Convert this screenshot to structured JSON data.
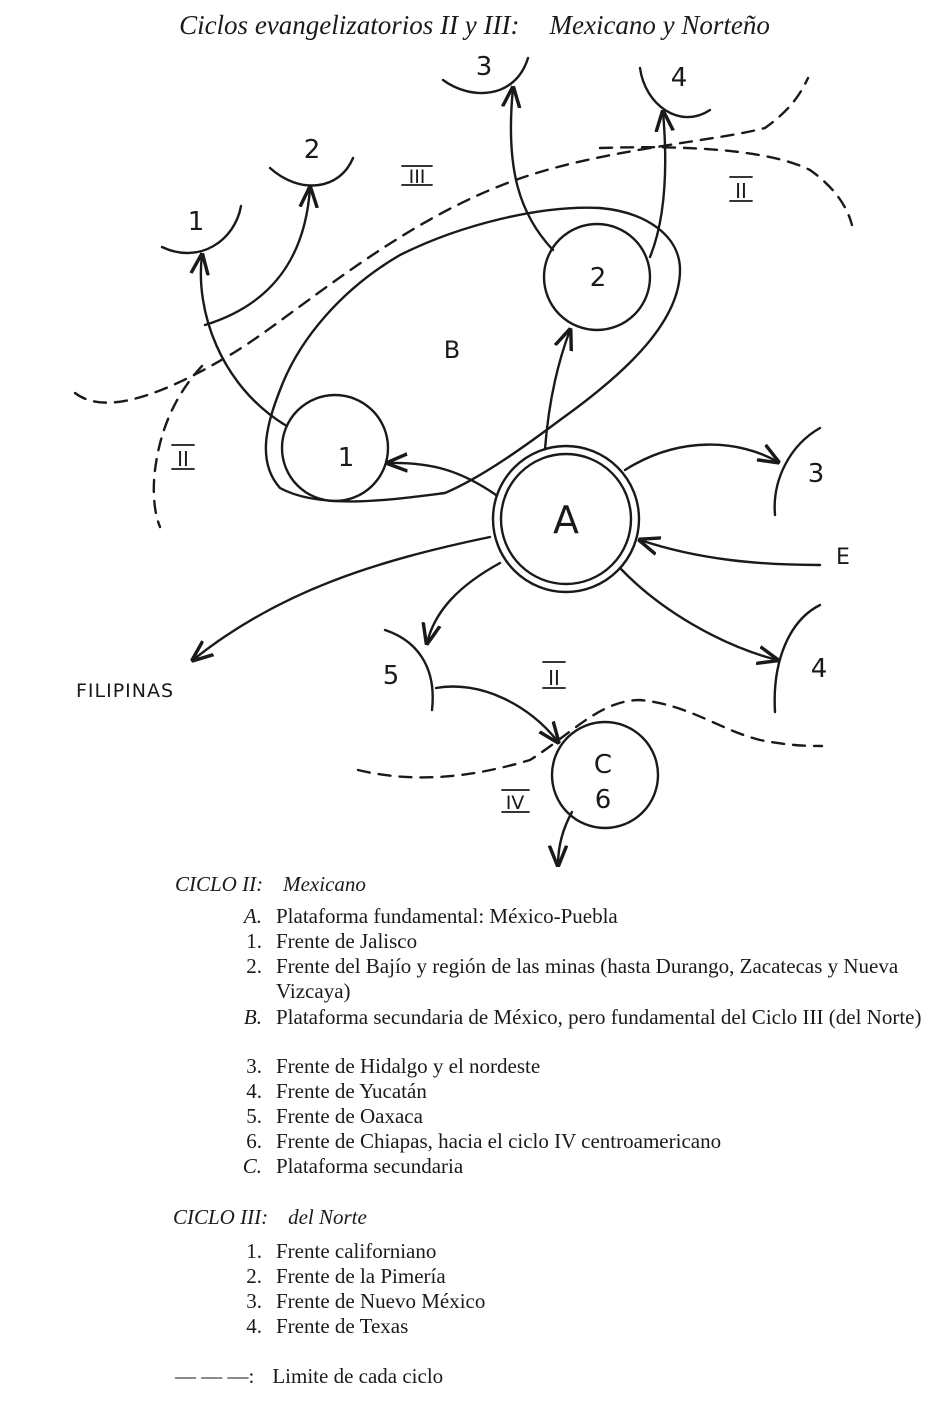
{
  "title": {
    "part1": "Ciclos evangelizatorios II y III:",
    "part2": "Mexicano y Norteño"
  },
  "diagram": {
    "platforms": {
      "A": "A",
      "B": "B",
      "C": "C"
    },
    "mexican_nodes": {
      "n1": "1",
      "n2": "2",
      "n3": "3",
      "n4": "4",
      "n5": "5",
      "n6": "6"
    },
    "north_fronts": {
      "f1": "1",
      "f2": "2",
      "f3": "3",
      "f4": "4"
    },
    "cycle_marks": {
      "ii": "II",
      "iii": "III",
      "iv": "IV"
    },
    "labels": {
      "filipinas": "FILIPINAS",
      "e": "E"
    }
  },
  "legend": {
    "cycle2": {
      "heading": "CICLO II:",
      "subtitle": "Mexicano",
      "items": [
        {
          "key": "A.",
          "text": "Plataforma fundamental: México-Puebla"
        },
        {
          "key": "1.",
          "text": "Frente de Jalisco"
        },
        {
          "key": "2.",
          "text": "Frente del Bajío y región de las minas (hasta Durango, Zacatecas y Nueva Vizcaya)"
        },
        {
          "key": "B.",
          "text": "Plataforma secundaria de México, pero fundamental del Ciclo III (del Norte)"
        },
        {
          "key": "3.",
          "text": "Frente de Hidalgo y el nordeste"
        },
        {
          "key": "4.",
          "text": "Frente de Yucatán"
        },
        {
          "key": "5.",
          "text": "Frente de Oaxaca"
        },
        {
          "key": "6.",
          "text": "Frente de Chiapas, hacia el ciclo IV centroamericano"
        },
        {
          "key": "C.",
          "text": "Plataforma secundaria"
        }
      ]
    },
    "cycle3": {
      "heading": "CICLO III:",
      "subtitle": "del Norte",
      "items": [
        {
          "key": "1.",
          "text": "Frente californiano"
        },
        {
          "key": "2.",
          "text": "Frente de la Pimería"
        },
        {
          "key": "3.",
          "text": "Frente de Nuevo México"
        },
        {
          "key": "4.",
          "text": "Frente de Texas"
        }
      ]
    },
    "dash_symbol": "— — —:",
    "dash_text": "Limite de cada ciclo"
  }
}
